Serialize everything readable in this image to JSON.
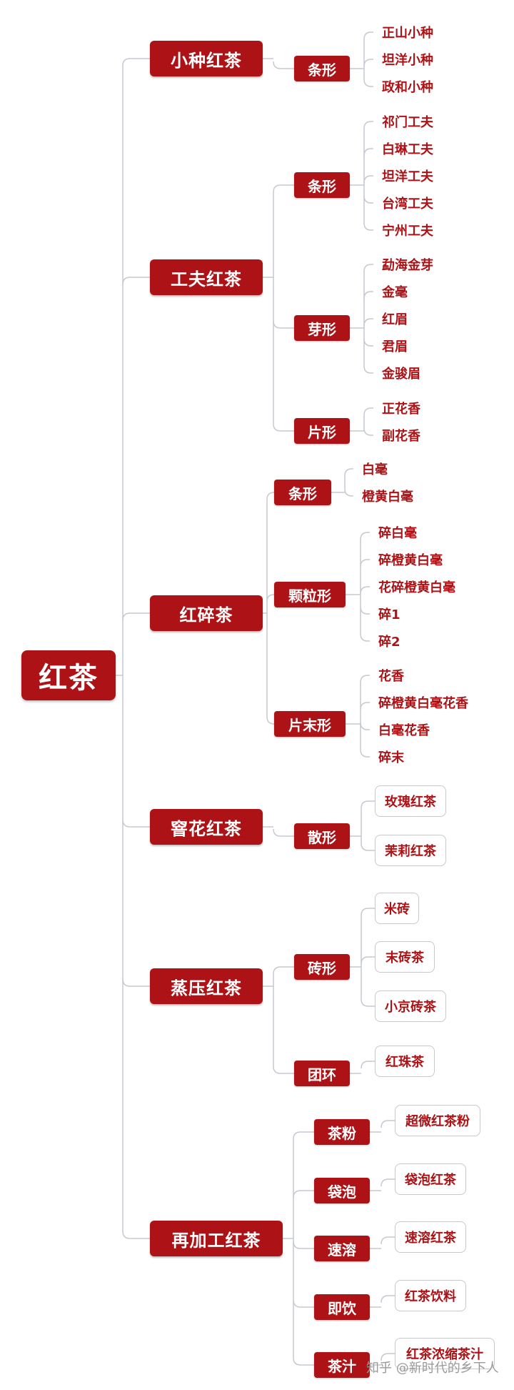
{
  "colors": {
    "node_fill": "#ad1316",
    "node_text": "#ffffff",
    "leaf_text": "#ad1316",
    "connector": "#c5c9d2",
    "leaf_box_border": "#c9c9c9"
  },
  "root": "红茶",
  "branches": [
    {
      "label": "小种红茶",
      "groups": [
        {
          "label": "条形",
          "items": [
            "正山小种",
            "坦洋小种",
            "政和小种"
          ]
        }
      ]
    },
    {
      "label": "工夫红茶",
      "groups": [
        {
          "label": "条形",
          "items": [
            "祁门工夫",
            "白琳工夫",
            "坦洋工夫",
            "台湾工夫",
            "宁州工夫"
          ]
        },
        {
          "label": "芽形",
          "items": [
            "勐海金芽",
            "金毫",
            "红眉",
            "君眉",
            "金骏眉"
          ]
        },
        {
          "label": "片形",
          "items": [
            "正花香",
            "副花香"
          ]
        }
      ]
    },
    {
      "label": "红碎茶",
      "groups": [
        {
          "label": "条形",
          "items": [
            "白毫",
            "橙黄白毫"
          ]
        },
        {
          "label": "颗粒形",
          "items": [
            "碎白毫",
            "碎橙黄白毫",
            "花碎橙黄白毫",
            "碎1",
            "碎2"
          ]
        },
        {
          "label": "片末形",
          "items": [
            "花香",
            "碎橙黄白毫花香",
            "白毫花香",
            "碎末"
          ]
        }
      ]
    },
    {
      "label": "窨花红茶",
      "groups": [
        {
          "label": "散形",
          "items": [
            "玫瑰红茶",
            "茉莉红茶"
          ]
        }
      ]
    },
    {
      "label": "蒸压红茶",
      "groups": [
        {
          "label": "砖形",
          "items": [
            "米砖",
            "末砖茶",
            "小京砖茶"
          ]
        },
        {
          "label": "团环",
          "items": [
            "红珠茶"
          ]
        }
      ]
    },
    {
      "label": "再加工红茶",
      "groups": [
        {
          "label": "茶粉",
          "items": [
            "超微红茶粉"
          ]
        },
        {
          "label": "袋泡",
          "items": [
            "袋泡红茶"
          ]
        },
        {
          "label": "速溶",
          "items": [
            "速溶红茶"
          ]
        },
        {
          "label": "即饮",
          "items": [
            "红茶饮料"
          ]
        },
        {
          "label": "茶汁",
          "items": [
            "红茶浓缩茶汁"
          ]
        }
      ]
    }
  ],
  "watermark": "知乎 @新时代的乡下人"
}
